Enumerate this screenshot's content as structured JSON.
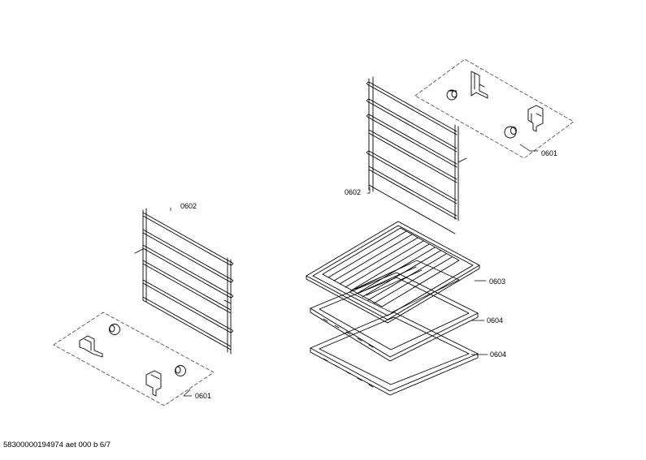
{
  "diagram": {
    "callouts": {
      "rack_right_label": "0602",
      "rack_left_label": "0602",
      "clips_right_label": "0601",
      "clips_left_label": "0601",
      "grid_label": "0603",
      "tray_upper_label": "0604",
      "tray_lower_label": "0604"
    }
  },
  "footer": {
    "doc_id": "58300000194974 aet 000 b 6/7"
  },
  "colors": {
    "line": "#000000",
    "dashed": "#555555",
    "background": "#ffffff"
  }
}
